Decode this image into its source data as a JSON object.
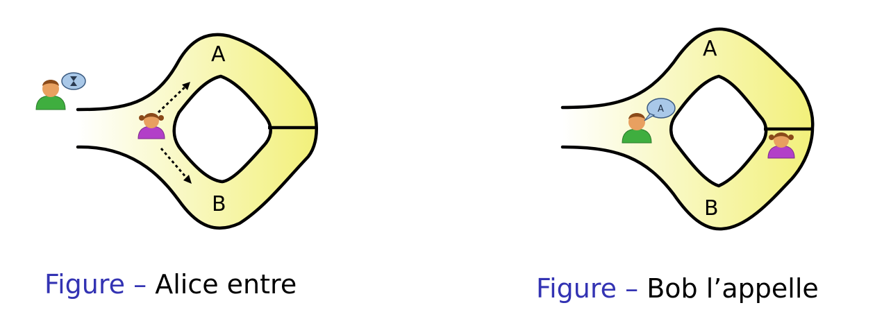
{
  "figures": [
    {
      "label_a": "A",
      "label_b": "B",
      "caption_prefix": "Figure –",
      "caption_text": "Alice entre",
      "wait_icon": "hourglass-icon"
    },
    {
      "label_a": "A",
      "label_b": "B",
      "caption_prefix": "Figure –",
      "caption_text": "Bob l’appelle",
      "speech_text": "A"
    }
  ],
  "colors": {
    "cave_fill": "#f2f08a",
    "cave_fill_light": "#fbfbe0",
    "outline": "#000000",
    "caption_accent": "#3333b3",
    "bob_shirt": "#3fae3f",
    "alice_shirt": "#b23fc8",
    "skin": "#e8a060",
    "hair": "#8a4a1a",
    "bubble": "#a9c8e8"
  }
}
